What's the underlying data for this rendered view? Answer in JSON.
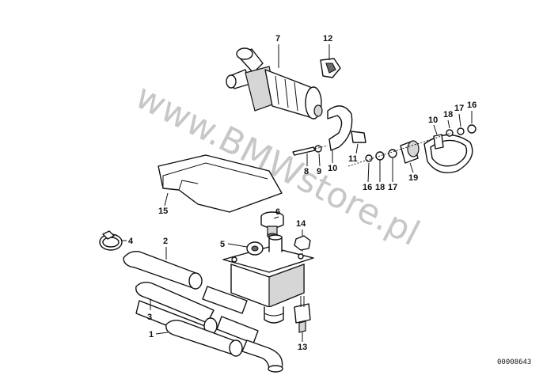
{
  "callouts": [
    {
      "label": "1",
      "description": "hose (lower)"
    },
    {
      "label": "2",
      "description": "hose (upper)"
    },
    {
      "label": "3",
      "description": "hose (middle)"
    },
    {
      "label": "4",
      "description": "hose clamp"
    },
    {
      "label": "5",
      "description": "valve assembly"
    },
    {
      "label": "6",
      "description": "pressure cap"
    },
    {
      "label": "7",
      "description": "auxiliary water pump"
    },
    {
      "label": "8",
      "description": "bolt"
    },
    {
      "label": "9",
      "description": "washer"
    },
    {
      "label": "10",
      "description": "bracket"
    },
    {
      "label": "10",
      "description": "bracket"
    },
    {
      "label": "11",
      "description": "plate"
    },
    {
      "label": "12",
      "description": "clip"
    },
    {
      "label": "13",
      "description": "connector"
    },
    {
      "label": "14",
      "description": "nut"
    },
    {
      "label": "15",
      "description": "cover"
    },
    {
      "label": "16",
      "description": "nut"
    },
    {
      "label": "16",
      "description": "nut"
    },
    {
      "label": "17",
      "description": "washer"
    },
    {
      "label": "17",
      "description": "washer"
    },
    {
      "label": "18",
      "description": "washer"
    },
    {
      "label": "18",
      "description": "washer"
    },
    {
      "label": "19",
      "description": "rubber mount"
    }
  ],
  "document_number": "00008643",
  "watermark": "www.BMWstore.pl"
}
